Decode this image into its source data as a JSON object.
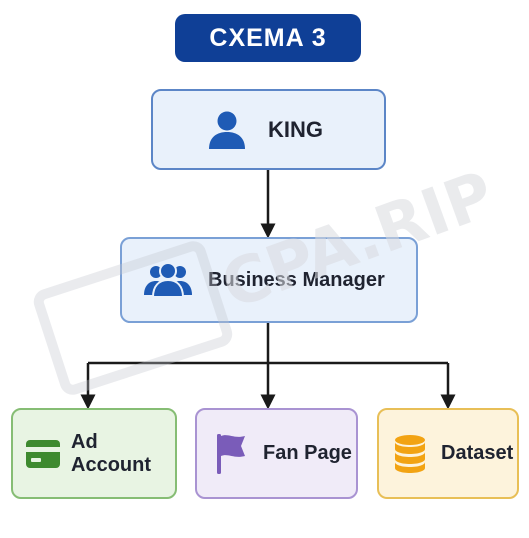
{
  "title": "CXEMA 3",
  "nodes": {
    "king": {
      "label": "KING",
      "icon": "user-icon"
    },
    "business_manager": {
      "label": "Business Manager",
      "icon": "users-group-icon"
    },
    "ad_account": {
      "label": "Ad Account",
      "icon": "credit-card-icon"
    },
    "fan_page": {
      "label": "Fan Page",
      "icon": "flag-icon"
    },
    "dataset": {
      "label": "Dataset",
      "icon": "database-icon"
    }
  },
  "watermark": {
    "text": "CPA.RIP"
  },
  "colors": {
    "title_bg": "#0f3f96",
    "blue_icon": "#1f5bb5",
    "green_icon": "#3e8a2f",
    "purple_icon": "#7a5cb9",
    "orange_icon": "#f2a313"
  }
}
